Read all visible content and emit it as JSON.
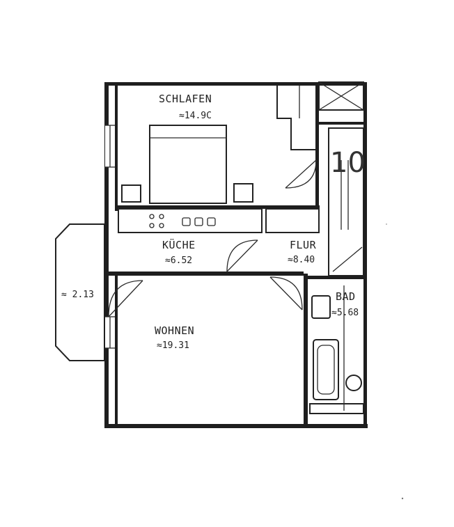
{
  "plan": {
    "unit_number": "10",
    "rooms": [
      {
        "id": "schlafen",
        "name": "SCHLAFEN",
        "area": "≈14.9C"
      },
      {
        "id": "kueche",
        "name": "KÜCHE",
        "area": "≈6.52"
      },
      {
        "id": "flur",
        "name": "FLUR",
        "area": "≈8.40"
      },
      {
        "id": "bad",
        "name": "BAD",
        "area": "≈5.68"
      },
      {
        "id": "wohnen",
        "name": "WOHNEN",
        "area": "≈19.31"
      },
      {
        "id": "balkon",
        "name": "",
        "area": "≈ 2.13"
      }
    ]
  }
}
